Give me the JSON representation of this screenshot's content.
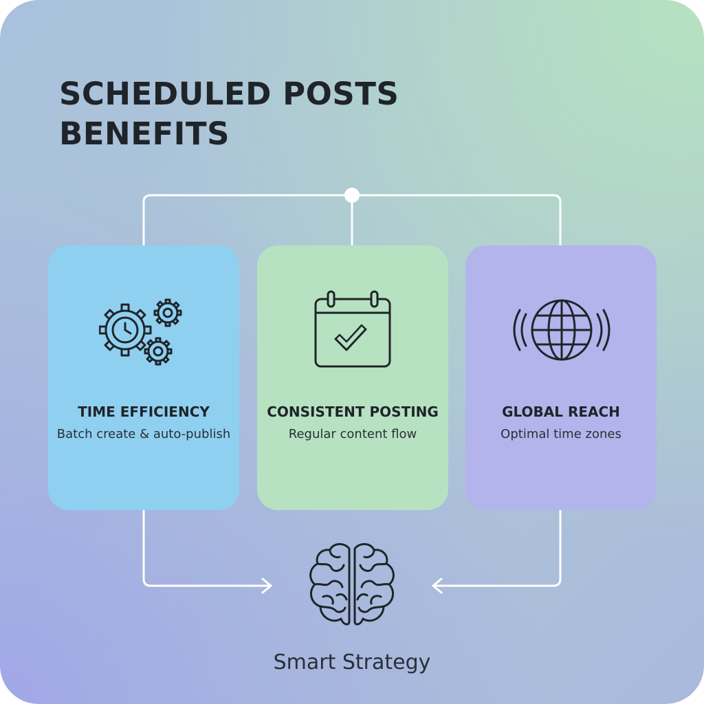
{
  "title": {
    "line1": "SCHEDULED POSTS",
    "line2": "BENEFITS"
  },
  "cards": [
    {
      "title": "TIME EFFICIENCY",
      "description": "Batch create & auto-publish",
      "icon": "gears-clock-icon",
      "color": "#8fd0f1"
    },
    {
      "title": "CONSISTENT POSTING",
      "description": "Regular content flow",
      "icon": "calendar-check-icon",
      "color": "#b6e2c1"
    },
    {
      "title": "GLOBAL REACH",
      "description": "Optimal time zones",
      "icon": "globe-broadcast-icon",
      "color": "#b4b4ec"
    }
  ],
  "outcome": {
    "label": "Smart Strategy",
    "icon": "brain-icon"
  },
  "colors": {
    "text": "#1f2429",
    "connector": "#ffffff"
  }
}
